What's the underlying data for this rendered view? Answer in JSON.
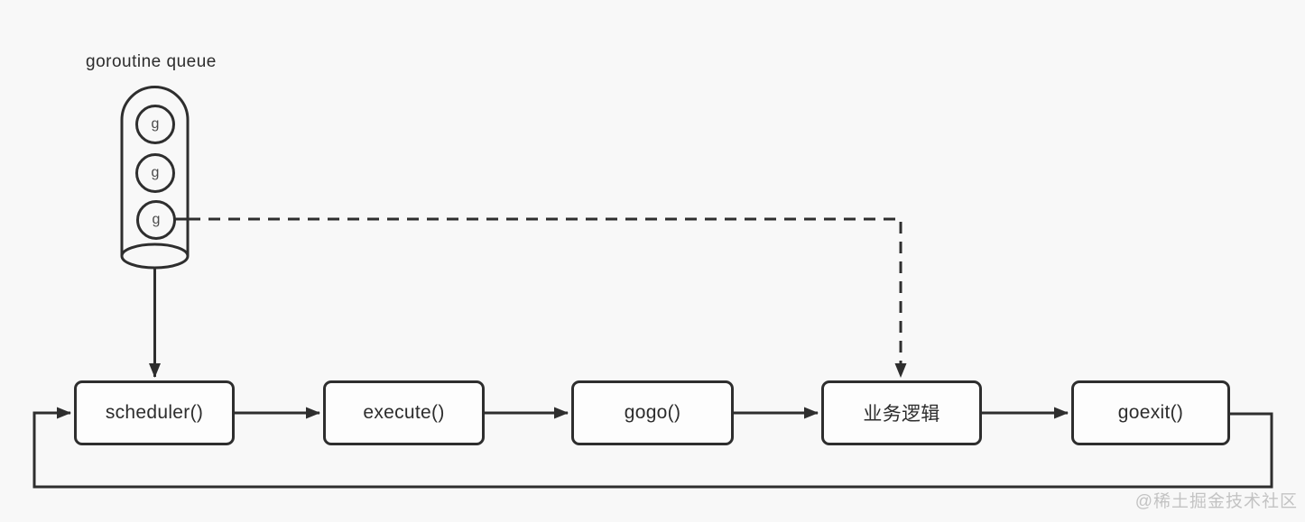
{
  "page": {
    "background_color": "#f8f8f8",
    "stroke_color": "#2e2e2e",
    "node_fill_color": "#fdfdfd",
    "text_color": "#2d2d2d",
    "watermark_color": "#c3c3c3"
  },
  "queue": {
    "label": "goroutine queue",
    "items": [
      {
        "label": "g"
      },
      {
        "label": "g"
      },
      {
        "label": "g"
      }
    ]
  },
  "flow": {
    "nodes": [
      {
        "label": "scheduler()"
      },
      {
        "label": "execute()"
      },
      {
        "label": "gogo()"
      },
      {
        "label": "业务逻辑"
      },
      {
        "label": "goexit()"
      }
    ]
  },
  "watermark": {
    "text": "@稀土掘金技术社区"
  }
}
